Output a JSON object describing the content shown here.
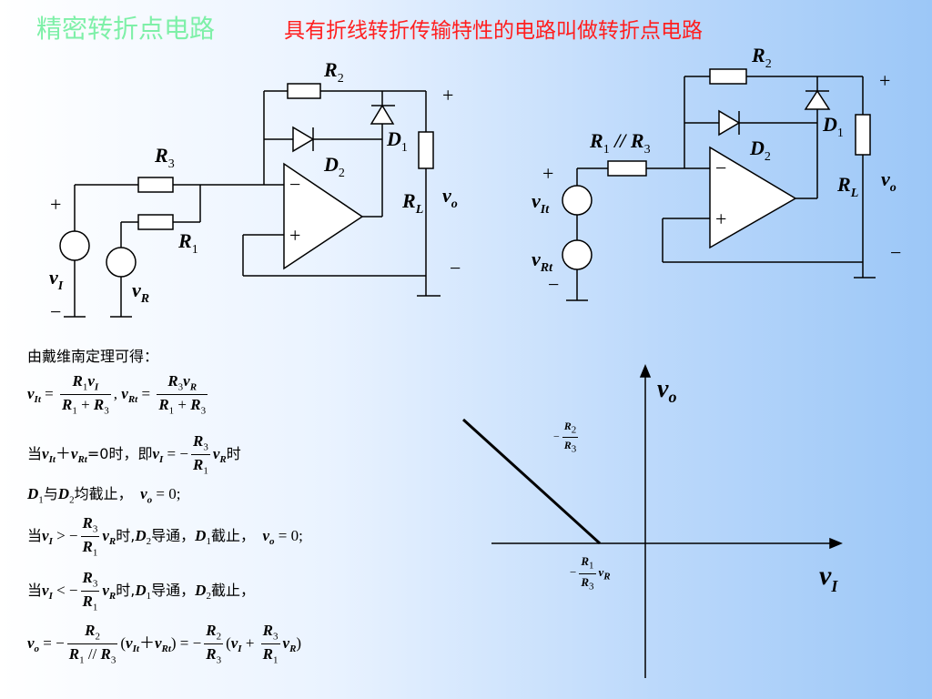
{
  "header": {
    "title": "精密转折点电路",
    "subtitle": "具有折线转折传输特性的电路叫做转折点电路"
  },
  "circuit_left": {
    "R2": "R",
    "R2_sub": "2",
    "R3": "R",
    "R3_sub": "3",
    "R1": "R",
    "R1_sub": "1",
    "D1": "D",
    "D1_sub": "1",
    "D2": "D",
    "D2_sub": "2",
    "RL": "R",
    "RL_sub": "L",
    "vo": "v",
    "vo_sub": "o",
    "vI": "v",
    "vI_sub": "I",
    "vR": "v",
    "vR_sub": "R",
    "plus": "+",
    "minus": "−"
  },
  "circuit_right": {
    "R2": "R",
    "R2_sub": "2",
    "Rpar": "R",
    "Rpar_sub1": "1",
    "Rpar_mid": " // R",
    "Rpar_sub2": "3",
    "D1": "D",
    "D1_sub": "1",
    "D2": "D",
    "D2_sub": "2",
    "RL": "R",
    "RL_sub": "L",
    "vo": "v",
    "vo_sub": "o",
    "vIt": "v",
    "vIt_sub": "It",
    "vRt": "v",
    "vRt_sub": "Rt",
    "plus": "+",
    "minus": "−"
  },
  "graph": {
    "y_axis": "v",
    "y_sub": "o",
    "x_axis": "v",
    "x_sub": "I",
    "slope_label": "−R₂/R₃",
    "intercept_label": "−R₁/R₃ v_R"
  },
  "equations": {
    "intro": "由戴维南定理可得：",
    "line2_a": "当",
    "line2_b": "=0时，即",
    "line2_c": "时",
    "line3": "均截止，",
    "line4_a": "当",
    "line4_b": "时,",
    "line4_c": "导通，",
    "line4_d": "截止，",
    "line5_a": "当",
    "line5_b": "时,",
    "line5_c": "导通，",
    "line5_d": "截止，"
  },
  "chart_data": {
    "type": "line",
    "title": "",
    "xlabel": "vI",
    "ylabel": "vo",
    "series": [
      {
        "x": [
          -1.0,
          -0.25,
          1.2
        ],
        "y": [
          0.8,
          0.0,
          0.0
        ]
      }
    ]
  }
}
